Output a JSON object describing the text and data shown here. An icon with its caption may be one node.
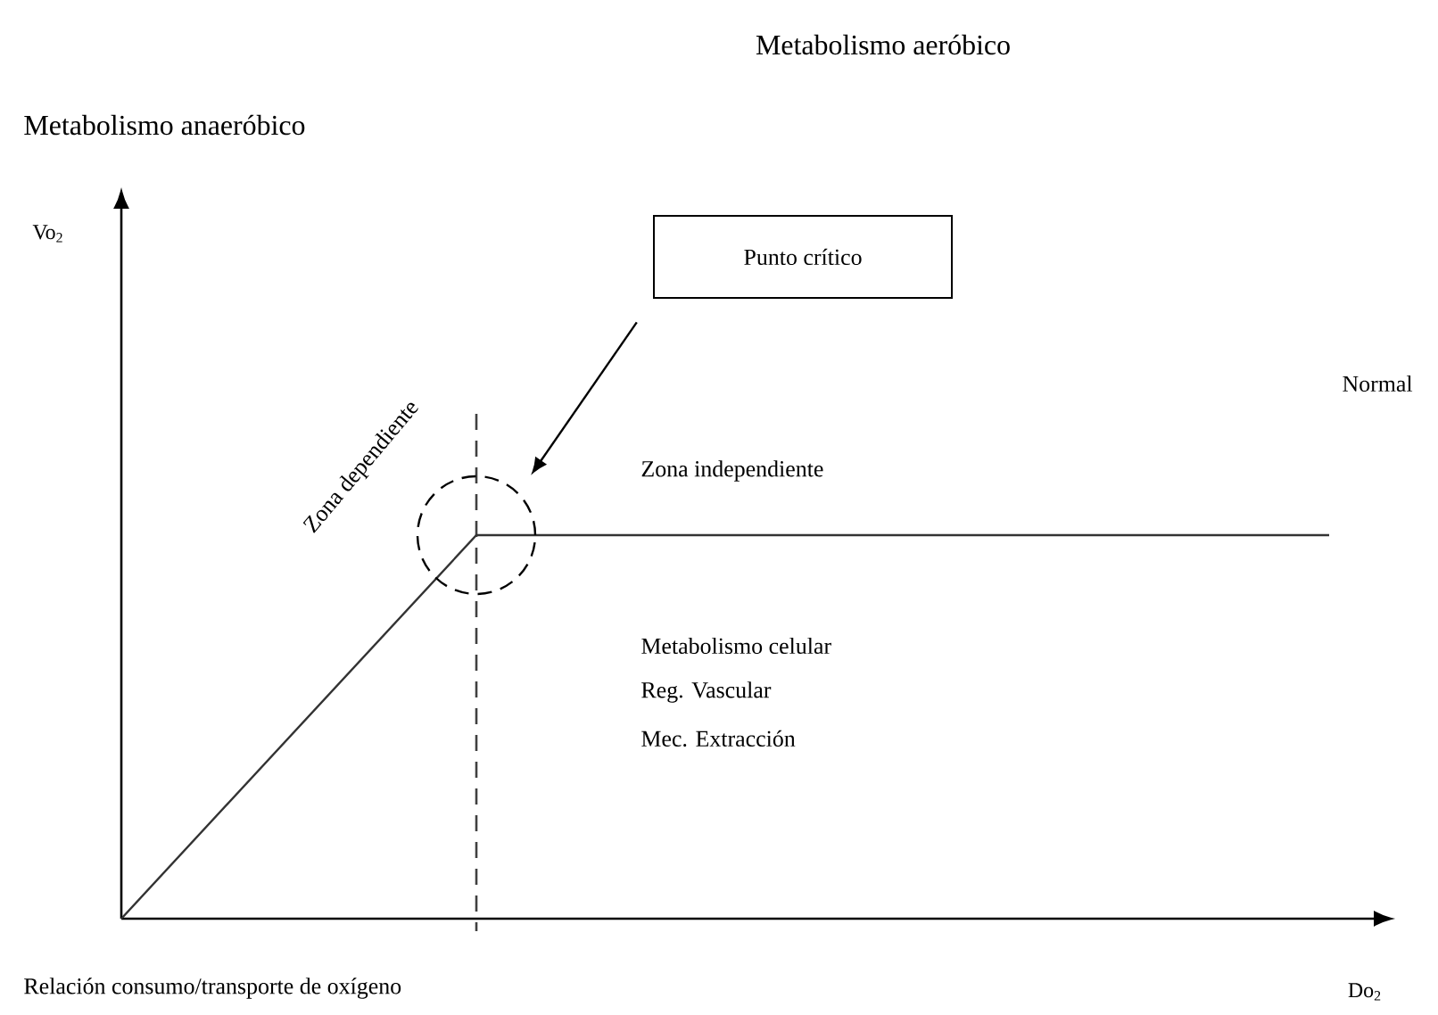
{
  "diagram": {
    "nodes": [
      {
        "text": [
          "Punto crítico"
        ]
      },
      {
        "text": [],
        "shape": "circle"
      }
    ],
    "edges": [
      {
        "from": 0,
        "to": 1,
        "arrow": "to"
      }
    ],
    "labels": [
      "Metabolismo aeróbico",
      "Metabolismo anaeróbico",
      "Vo$_{2}$",
      "Normal",
      "Zona dependiente",
      "Zona independiente",
      "Metabolismo celular",
      "Reg. Vascular",
      "Mec. Extracción",
      "Relación consumo/transporte de oxígeno",
      "Do$_{2}$"
    ]
  }
}
